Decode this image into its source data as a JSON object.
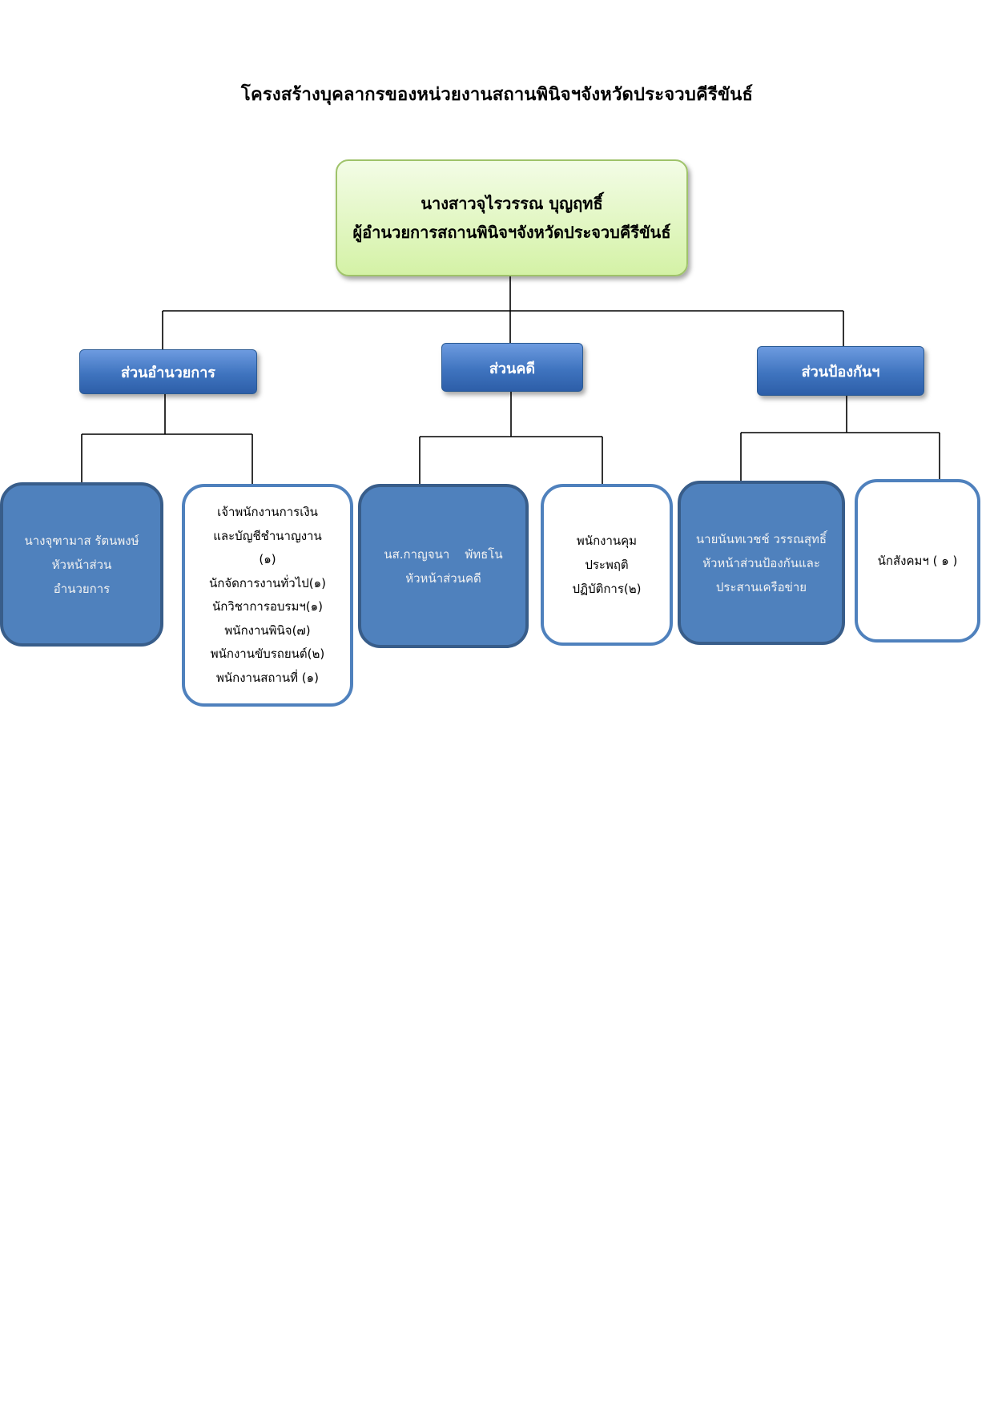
{
  "page": {
    "title": "โครงสร้างบุคลากรของหน่วยงานสถานพินิจฯจังหวัดประจวบคีรีขันธ์"
  },
  "director": {
    "name": "นางสาวจุไรวรรณ บุญฤทธิ์",
    "position": "ผู้อำนวยการสถานพินิจฯจังหวัดประจวบคีรีขันธ์"
  },
  "divisions": [
    {
      "label": "ส่วนอำนวยการ",
      "head": {
        "lines": [
          "นางจุฑามาส รัตนพงษ์",
          "หัวหน้าส่วน",
          "อำนวยการ"
        ]
      },
      "staff": {
        "lines": [
          "เจ้าพนักงานการเงิน",
          "และบัญชีชำนาญงาน",
          "(๑)",
          "นักจัดการงานทั่วไป(๑)",
          "นักวิชาการอบรมฯ(๑)",
          "พนักงานพินิจ(๗)",
          "พนักงานขับรถยนต์(๒)",
          "พนักงานสถานที่ (๑)"
        ]
      }
    },
    {
      "label": "ส่วนคดี",
      "head": {
        "lines": [
          "นส.กาญจนา    พัทธโน",
          "หัวหน้าส่วนคดี"
        ]
      },
      "staff": {
        "lines": [
          "พนักงานคุม",
          "ประพฤติ",
          "ปฏิบัติการ(๒)"
        ]
      }
    },
    {
      "label": "ส่วนป้องกันฯ",
      "head": {
        "lines": [
          "นายนันทเวชช์ วรรณสุทธิ์",
          "หัวหน้าส่วนป้องกันและ",
          "ประสานเครือข่าย"
        ]
      },
      "staff": {
        "lines": [
          "นักสังคมฯ ( ๑ )"
        ]
      }
    }
  ],
  "colors": {
    "director_fill": "#d4f2a6",
    "director_border": "#9fc36a",
    "division_fill": "#3f74bf",
    "unit_filled": "#4f81bd",
    "unit_border": "#385d8a",
    "connector": "#000000"
  }
}
